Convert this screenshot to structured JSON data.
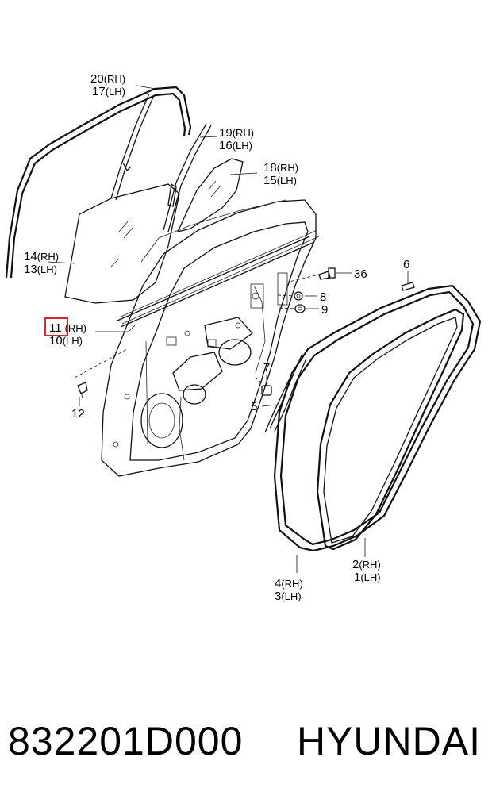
{
  "callouts": {
    "c20": "20",
    "c17": "17",
    "c19": "19",
    "c16": "16",
    "c18": "18",
    "c15": "15",
    "c14": "14",
    "c13": "13",
    "c11": "11",
    "c10": "10",
    "c36": "36",
    "c6": "6",
    "c8": "8",
    "c9": "9",
    "c7": "7",
    "c5": "5",
    "c12": "12",
    "c2": "2",
    "c1": "1",
    "c4": "4",
    "c3": "3"
  },
  "sides": {
    "rh": "(RH)",
    "lh": "(LH)"
  },
  "highlight_color": "#e0242c",
  "footer": {
    "part_number": "832201D000",
    "brand": "HYUNDAI"
  }
}
